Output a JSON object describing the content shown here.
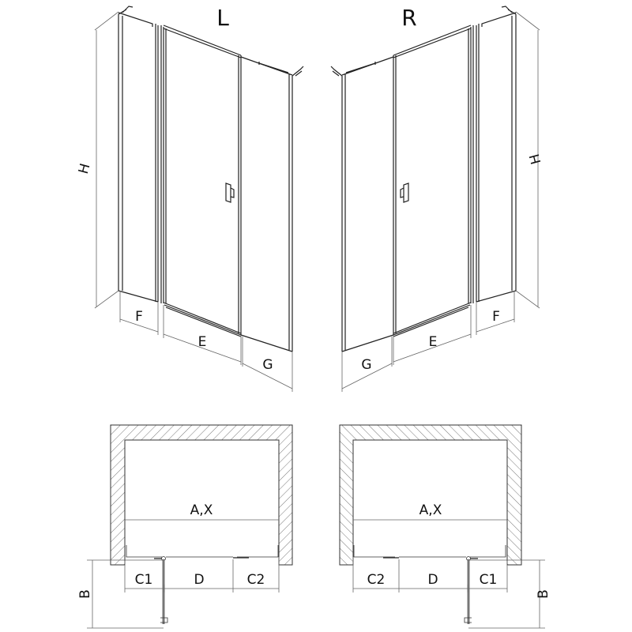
{
  "left_view": {
    "title": "L",
    "dims": {
      "height": "H",
      "fixed_left": "F",
      "door": "E",
      "fixed_right": "G"
    }
  },
  "right_view": {
    "title": "R",
    "dims": {
      "height": "H",
      "fixed_left": "G",
      "door": "E",
      "fixed_right": "F"
    }
  },
  "left_plan": {
    "width": "A,X",
    "depth": "B",
    "segments": [
      "C1",
      "D",
      "C2"
    ]
  },
  "right_plan": {
    "width": "A,X",
    "depth": "B",
    "segments": [
      "C2",
      "D",
      "C1"
    ]
  },
  "colors": {
    "line": "#222222",
    "dimension": "#666666",
    "hatch": "#555555"
  }
}
